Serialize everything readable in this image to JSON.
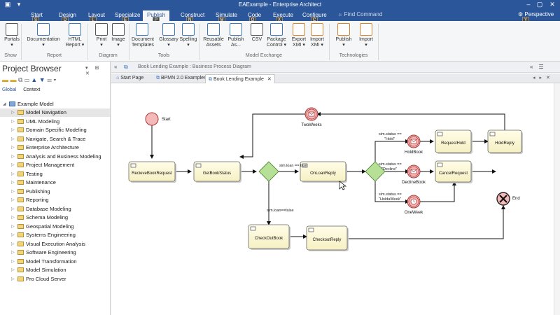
{
  "window": {
    "title": "EAExample - Enterprise Architect",
    "find_command": "Find Command",
    "perspective": "Perspective"
  },
  "menu_tabs": [
    {
      "label": "Start",
      "keytip": "S"
    },
    {
      "label": "Design",
      "keytip": "D"
    },
    {
      "label": "Layout",
      "keytip": "L"
    },
    {
      "label": "Specialize",
      "keytip": "E"
    },
    {
      "label": "Publish",
      "keytip": "P"
    },
    {
      "label": "Construct",
      "keytip": "N"
    },
    {
      "label": "Simulate",
      "keytip": "M"
    },
    {
      "label": "Code",
      "keytip": "O"
    },
    {
      "label": "Execute",
      "keytip": "X"
    },
    {
      "label": "Configure",
      "keytip": "C"
    }
  ],
  "perspective_keytip": "Y",
  "ribbon": {
    "buttons": [
      {
        "label": "Portals",
        "sub": "▾"
      },
      {
        "label": "Documentation",
        "sub": "▾"
      },
      {
        "label": "HTML",
        "sub": "Report ▾"
      },
      {
        "label": "Print",
        "sub": "▾"
      },
      {
        "label": "Image",
        "sub": "▾"
      },
      {
        "label": "Document",
        "sub": "Templates"
      },
      {
        "label": "Glossary",
        "sub": "▾"
      },
      {
        "label": "Spelling",
        "sub": "▾"
      },
      {
        "label": "Reusable",
        "sub": "Assets"
      },
      {
        "label": "Publish",
        "sub": "As..."
      },
      {
        "label": "CSV",
        "sub": ""
      },
      {
        "label": "Package",
        "sub": "Control ▾"
      },
      {
        "label": "Export",
        "sub": "XMI ▾"
      },
      {
        "label": "Import",
        "sub": "XMI ▾"
      },
      {
        "label": "Publish",
        "sub": "▾"
      },
      {
        "label": "Import",
        "sub": "▾"
      }
    ],
    "groups": [
      "Show",
      "Report",
      "Diagram",
      "Tools",
      "Model Exchange",
      "Technologies"
    ]
  },
  "project_browser": {
    "title": "Project Browser",
    "tabs": [
      "Global",
      "Context"
    ],
    "root": "Example Model",
    "items": [
      "Model Navigation",
      "UML Modeling",
      "Domain Specific Modeling",
      "Navigate, Search & Trace",
      "Enterprise Architecture",
      "Analysis and Business Modeling",
      "Project Management",
      "Testing",
      "Maintenance",
      "Publishing",
      "Reporting",
      "Database Modeling",
      "Schema Modeling",
      "Geospatial Modeling",
      "Systems Engineering",
      "Visual Execution Analysis",
      "Software Engineering",
      "Model Transformation",
      "Model Simulation",
      "Pro Cloud Server"
    ]
  },
  "breadcrumb": "Book Lending Example : Business Process Diagram",
  "doc_tabs": [
    "Start Page",
    "BPMN 2.0 Examples",
    "Book Lending Example"
  ],
  "diagram": {
    "start_label": "Start",
    "end_label": "End",
    "tasks": {
      "receive": "RecieveBookRequest",
      "getstatus": "GetBookStatus",
      "onloan": "OnLoanReply",
      "checkout": "CheckOutBook",
      "checkoutreply": "CheckoutReply",
      "requesthold": "RequestHold",
      "holdreply": "HoldReply",
      "cancelrequest": "CancelRequest"
    },
    "events": {
      "twoweeks": "TwoWeeks",
      "holdbook": "HoldBook",
      "declinebook": "DeclineBook",
      "oneweek": "OneWeek"
    },
    "conditions": {
      "onloan_true": "sim.loan == true",
      "onloan_false": "sim.loan==false",
      "hold": [
        "sim.status ==",
        "\"Hold\""
      ],
      "decline": [
        "sim.status ==",
        "\"Decline\""
      ],
      "holdaweek": [
        "sim.status ==",
        "\"HoldaWeek\""
      ]
    }
  }
}
